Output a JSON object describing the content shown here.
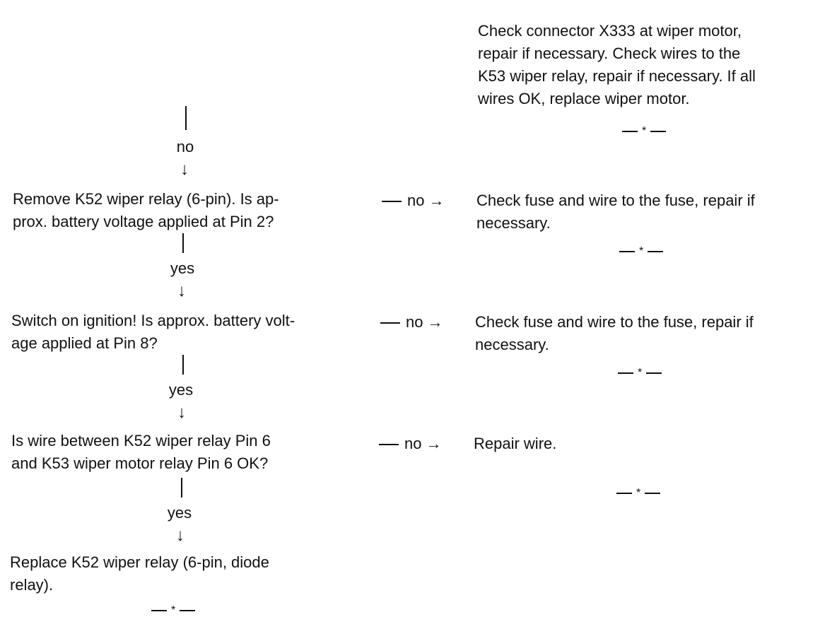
{
  "top_result": {
    "text_lines": [
      "Check connector X333 at wiper motor,",
      "repair if necessary. Check wires to the",
      "K53 wiper relay, repair if necessary. If all",
      "wires OK, replace wiper motor."
    ]
  },
  "connector_labels": {
    "no": "no",
    "yes": "yes"
  },
  "separator": {
    "star": "*"
  },
  "steps": [
    {
      "question_lines": [
        "Remove K52 wiper relay (6-pin). Is ap-",
        "prox. battery voltage applied at Pin 2?"
      ],
      "branch_label": "no",
      "result_lines": [
        "Check fuse and wire to the fuse, repair if",
        "necessary."
      ]
    },
    {
      "question_lines": [
        "Switch on ignition! Is approx. battery volt-",
        "age applied at Pin 8?"
      ],
      "branch_label": "no",
      "result_lines": [
        "Check fuse and wire to the fuse, repair if",
        "necessary."
      ]
    },
    {
      "question_lines": [
        "Is wire between K52 wiper relay Pin 6",
        "and K53 wiper motor relay Pin 6 OK?"
      ],
      "branch_label": "no",
      "result_lines": [
        "Repair wire."
      ]
    }
  ],
  "final_result": {
    "text_lines": [
      "Replace K52 wiper relay (6-pin, diode",
      "relay)."
    ]
  }
}
